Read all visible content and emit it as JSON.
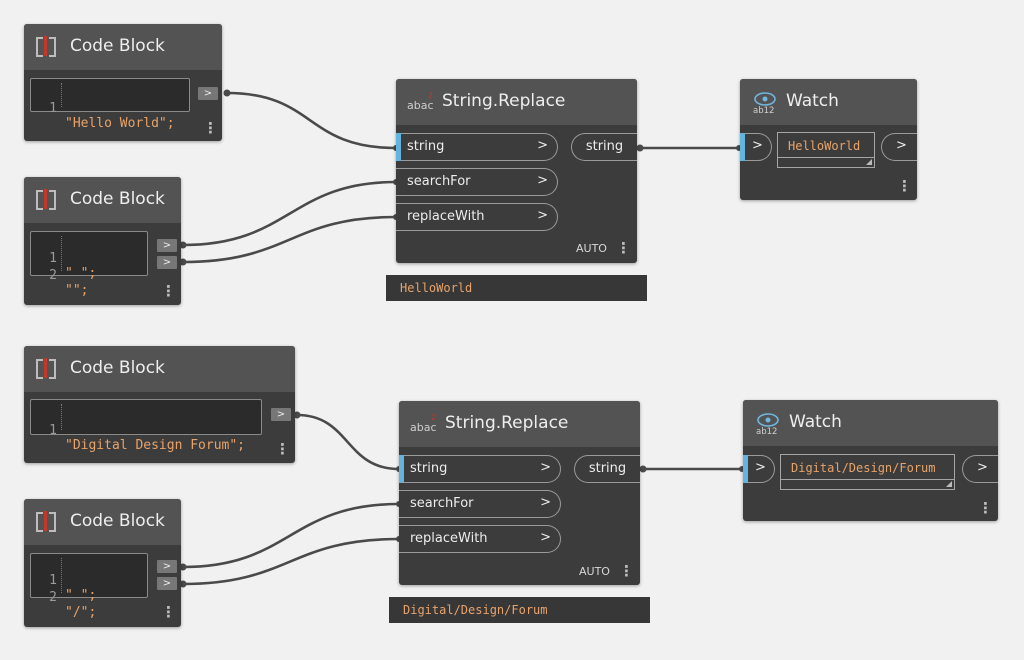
{
  "groups": [
    {
      "code1": {
        "title": "Code Block",
        "lines": [
          {
            "n": "1",
            "text": "\"Hello World\";"
          }
        ],
        "out": ">"
      },
      "code2": {
        "title": "Code Block",
        "lines": [
          {
            "n": "1",
            "text": "\" \";"
          },
          {
            "n": "2",
            "text": "\"\";"
          }
        ],
        "outs": [
          ">",
          ">"
        ]
      },
      "replace": {
        "title": "String.Replace",
        "inputs": [
          {
            "label": "string",
            "arrow": ">"
          },
          {
            "label": "searchFor",
            "arrow": ">"
          },
          {
            "label": "replaceWith",
            "arrow": ">"
          }
        ],
        "output": "string",
        "lacing": "AUTO",
        "preview": "HelloWorld"
      },
      "watch": {
        "title": "Watch",
        "in": ">",
        "value": "HelloWorld",
        "out": ">"
      }
    },
    {
      "code1": {
        "title": "Code Block",
        "lines": [
          {
            "n": "1",
            "text": "\"Digital Design Forum\";"
          }
        ],
        "out": ">"
      },
      "code2": {
        "title": "Code Block",
        "lines": [
          {
            "n": "1",
            "text": "\" \";"
          },
          {
            "n": "2",
            "text": "\"/\";"
          }
        ],
        "outs": [
          ">",
          ">"
        ]
      },
      "replace": {
        "title": "String.Replace",
        "inputs": [
          {
            "label": "string",
            "arrow": ">"
          },
          {
            "label": "searchFor",
            "arrow": ">"
          },
          {
            "label": "replaceWith",
            "arrow": ">"
          }
        ],
        "output": "string",
        "lacing": "AUTO",
        "preview": "Digital/Design/Forum"
      },
      "watch": {
        "title": "Watch",
        "in": ">",
        "value": "Digital/Design/Forum",
        "out": ">"
      }
    }
  ],
  "colors": {
    "canvas": "#f1f1f1",
    "node": "#3c3c3c",
    "header": "#535353",
    "wire": "#4a4a4a",
    "port_accent": "#63b3dd",
    "string_text": "#e8a36a",
    "icon_red": "#c0392b"
  },
  "icons": {
    "code_block": "code-block-icon",
    "string_replace": "string-replace-icon",
    "watch": "watch-icon",
    "menu": "more-vertical-icon"
  }
}
